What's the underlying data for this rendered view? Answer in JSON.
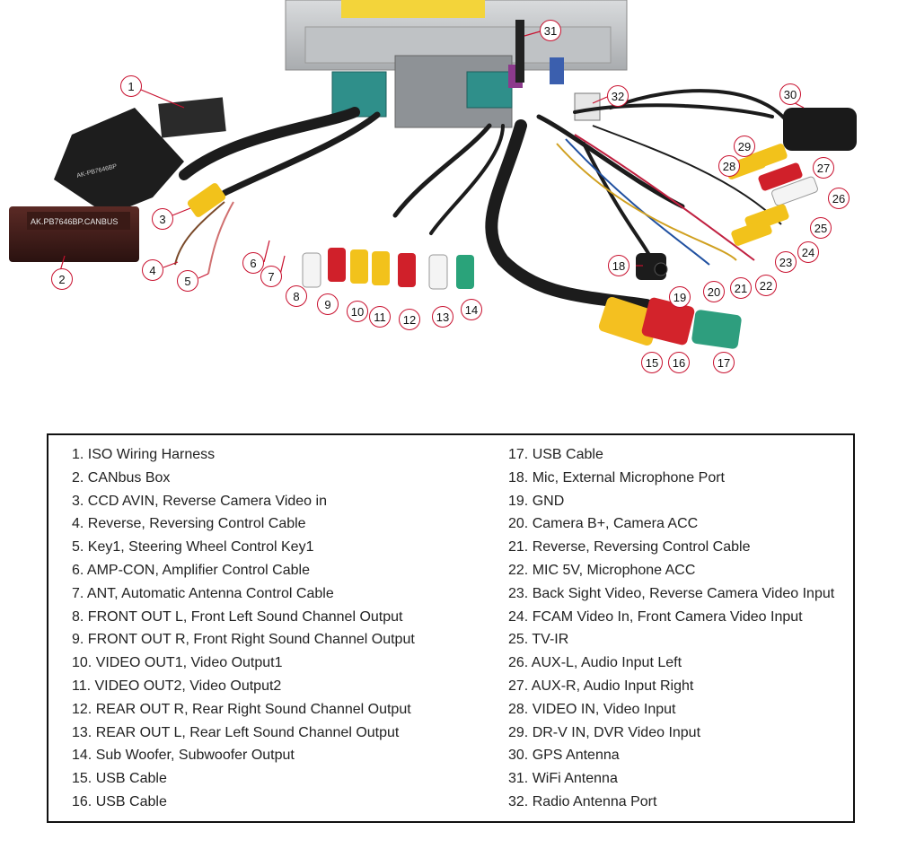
{
  "canbus_box_label": "AK.PB7646BP.CANBUS",
  "harness_label": "AK-PB7646BP",
  "callouts": [
    "1",
    "2",
    "3",
    "4",
    "5",
    "6",
    "7",
    "8",
    "9",
    "10",
    "11",
    "12",
    "13",
    "14",
    "15",
    "16",
    "17",
    "18",
    "19",
    "20",
    "21",
    "22",
    "23",
    "24",
    "25",
    "26",
    "27",
    "28",
    "29",
    "30",
    "31",
    "32"
  ],
  "legend": {
    "left": [
      "1. ISO Wiring Harness",
      "2. CANbus Box",
      "3. CCD AVIN, Reverse Camera Video in",
      "4. Reverse, Reversing Control Cable",
      "5. Key1, Steering Wheel Control Key1",
      "6. AMP-CON, Amplifier Control Cable",
      "7. ANT, Automatic Antenna Control Cable",
      "8. FRONT OUT L, Front Left Sound Channel Output",
      "9. FRONT OUT R, Front Right Sound Channel Output",
      "10. VIDEO OUT1, Video Output1",
      "11. VIDEO OUT2, Video Output2",
      "12. REAR OUT R, Rear Right Sound Channel Output",
      "13. REAR OUT L, Rear Left Sound Channel Output",
      "14. Sub Woofer, Subwoofer Output",
      "15. USB Cable",
      "16. USB Cable"
    ],
    "right": [
      "17. USB Cable",
      "18. Mic, External Microphone Port",
      "19. GND",
      "20. Camera B+, Camera ACC",
      "21. Reverse, Reversing Control Cable",
      "22. MIC 5V, Microphone ACC",
      "23. Back Sight Video, Reverse Camera Video Input",
      "24. FCAM Video In, Front Camera Video Input",
      "25. TV-IR",
      "26. AUX-L, Audio Input Left",
      "27. AUX-R, Audio Input Right",
      "28. VIDEO IN, Video Input",
      "29. DR-V IN, DVR Video Input",
      "30. GPS Antenna",
      "31. WiFi Antenna",
      "32. Radio Antenna Port"
    ]
  },
  "colors": {
    "callout_ring": "#c8102e",
    "rca_red": "#d0202a",
    "rca_yellow": "#f2c21b",
    "rca_white": "#f4f4f4",
    "rca_green": "#2aa37a",
    "usb_yellow": "#f4c020",
    "usb_red": "#d3232b",
    "usb_green": "#2e9e7e",
    "cable_black": "#1c1c1c",
    "unit_silver": "#c9cbcd"
  }
}
